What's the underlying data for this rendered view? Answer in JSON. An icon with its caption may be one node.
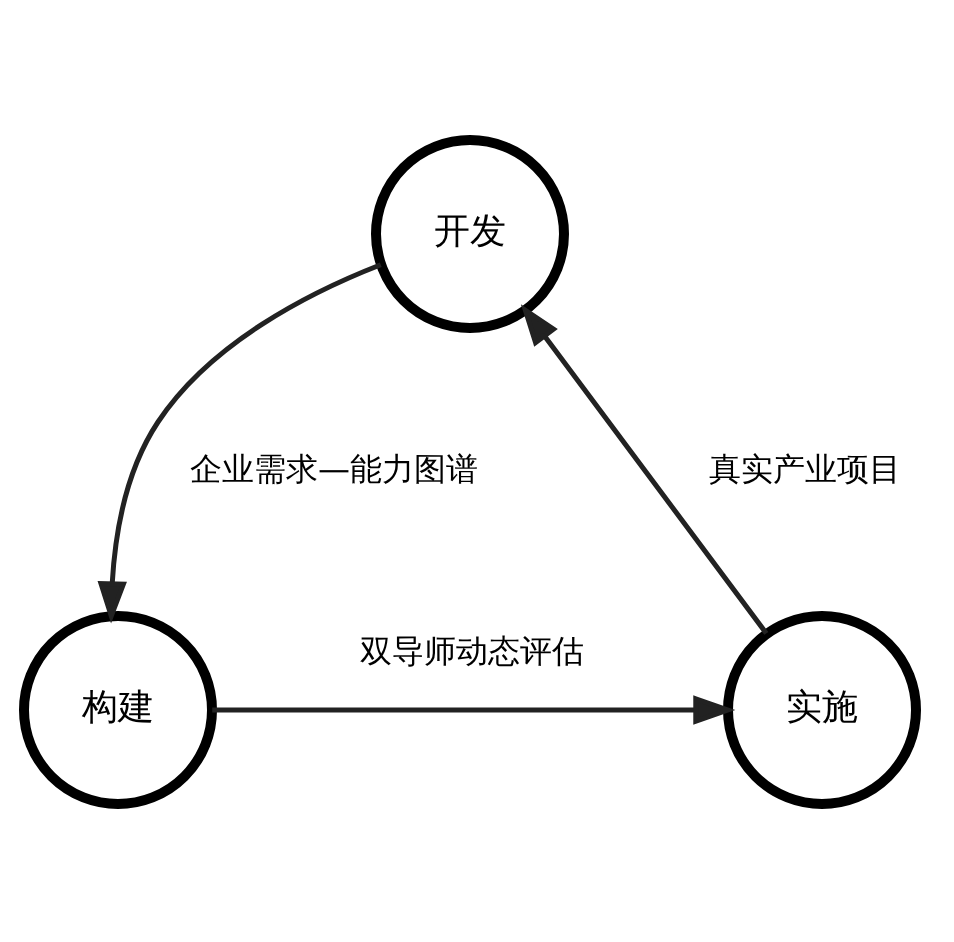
{
  "diagram": {
    "nodes": [
      {
        "text": [
          "开发"
        ]
      },
      {
        "text": [
          "构建"
        ]
      },
      {
        "text": [
          "实施"
        ]
      }
    ],
    "edges": [
      {
        "from": 0,
        "to": 1,
        "arrow": "to",
        "label": "企业需求—能力图谱"
      },
      {
        "from": 1,
        "to": 2,
        "arrow": "to",
        "label": "双导师动态评估"
      },
      {
        "from": 2,
        "to": 0,
        "arrow": "to",
        "label": "真实产业项目"
      }
    ]
  }
}
